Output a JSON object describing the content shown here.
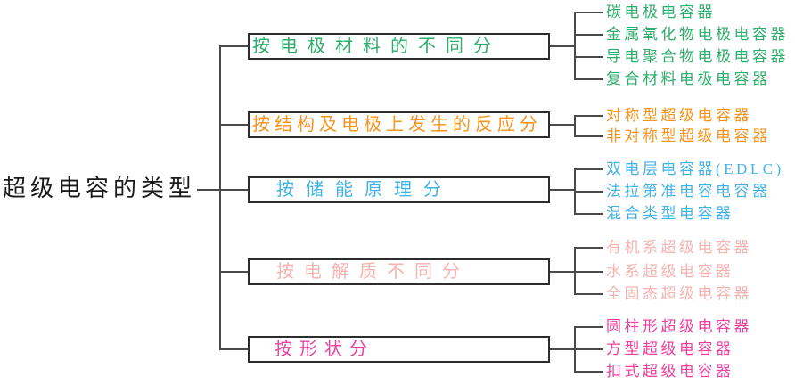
{
  "root": {
    "label": "超级电容的类型"
  },
  "branches": [
    {
      "label": "按电极材料的不同分",
      "color": "#2FAD6C",
      "leaves": [
        "碳电极电容器",
        "金属氧化物电极电容器",
        "导电聚合物电极电容器",
        "复合材料电极电容器"
      ]
    },
    {
      "label": "按结构及电极上发生的反应分",
      "color": "#F7941E",
      "leaves": [
        "对称型超级电容器",
        "非对称型超级电容器"
      ]
    },
    {
      "label": "按储能原理分",
      "color": "#41B2E6",
      "leaves": [
        "双电层电容器(EDLC)",
        "法拉第准电容电容器",
        "混合类型电容器"
      ]
    },
    {
      "label": "按电解质不同分",
      "color": "#F6B4B1",
      "leaves": [
        "有机系超级电容器",
        "水系超级电容器",
        "全固态超级电容器"
      ]
    },
    {
      "label": "按形状分",
      "color": "#EE3F9E",
      "leaves": [
        "圆柱形超级电容器",
        "方型超级电容器",
        "扣式超级电容器"
      ]
    }
  ]
}
